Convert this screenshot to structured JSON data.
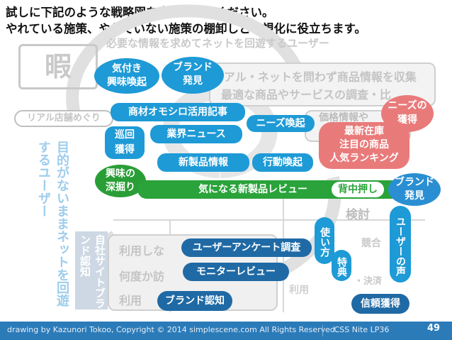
{
  "heading": {
    "line1": "試しに下記のような戦略図を書いてみてください。",
    "line2": "やれている施策、やれていない施策の棚卸しと可視化に役立ちます。"
  },
  "background": {
    "needs_title": "必要な情報を求めてネットを回遊するユーザー",
    "logo_text": "暇",
    "real_net": "リアル・ネットを問わず商品情報を収集",
    "best_product": "最適な商品やサービスの調査・比",
    "real_shop": "リアル店舗めぐり",
    "wandering_users": "目的がないままネットを回遊するユーザー",
    "price_info": "価格情報や",
    "kentou": "検討",
    "kyougou": "競合",
    "kessai": "・決済",
    "riyou": "利用",
    "not_used": "利用しな",
    "times_visit": "何度か訪",
    "used": "利用",
    "own_site_brand": "自社サイトブランド認知"
  },
  "labels": {
    "attention": [
      "気付き",
      "興味喚起"
    ],
    "brand_discovery_1": [
      "ブランド",
      "発見"
    ],
    "article": "商材オモシロ活用記事",
    "needs_arousal": "ニーズ喚起",
    "needs_acquire": [
      "ニーズの",
      "獲得"
    ],
    "return_acquire": [
      "巡回",
      "獲得"
    ],
    "industry_news": "業界ニュース",
    "latest_stock": [
      "最新在庫",
      "注目の商品",
      "人気ランキング"
    ],
    "new_product_info": "新製品情報",
    "action_arousal": "行動喚起",
    "deep_dive": [
      "興味の",
      "深掘り"
    ],
    "new_product_review": "気になる新製品レビュー",
    "push_back": "背中押し",
    "brand_discovery_2": [
      "ブランド",
      "発見"
    ],
    "usage": "使い方",
    "user_voice": "ユーザーの声",
    "user_survey": "ユーザーアンケート調査",
    "features": "特典",
    "monitor_review": "モニターレビュー",
    "brand_awareness": "ブランド認知",
    "trust_gain": "信頼獲得"
  },
  "footer": {
    "credit": "drawing by Kazunori Tokoo, Copyright © 2014 simplescene.com All Rights Reserved.",
    "event": "CSS Nite LP36",
    "page": "49"
  },
  "colors": {
    "blue": "#1e9ad6",
    "dark_blue": "#1f6aa5",
    "green": "#29a33a",
    "pink": "#e97a7a",
    "footer": "#2b7bb9"
  }
}
